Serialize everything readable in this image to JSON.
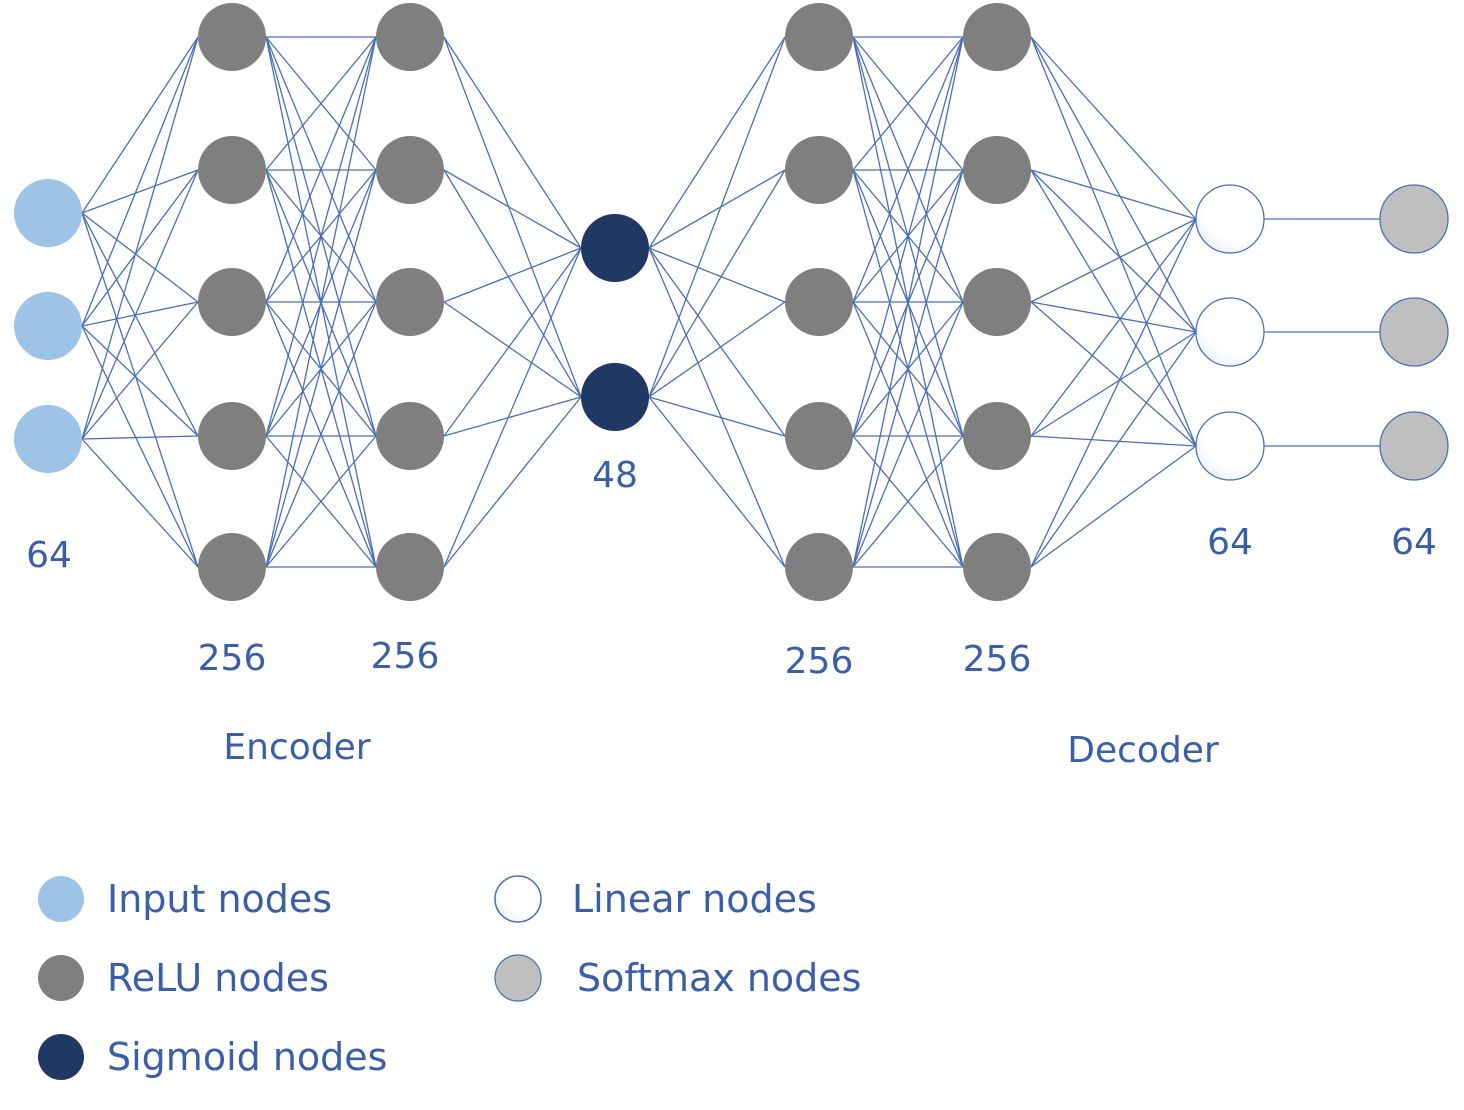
{
  "colors": {
    "edge": "#4a6fb5",
    "input": "#9dc3e6",
    "relu": "#7f7f7f",
    "sigmoid": "#203864",
    "linear_fill": "#ffffff",
    "linear_stroke": "#4a6fb5",
    "softmax": "#bfbfbf",
    "text": "#3a5fa8"
  },
  "layers": [
    {
      "id": "input",
      "kind": "input",
      "size_label": "64",
      "nodes": 3
    },
    {
      "id": "enc1",
      "kind": "relu",
      "size_label": "256",
      "nodes": 5
    },
    {
      "id": "enc2",
      "kind": "relu",
      "size_label": "256",
      "nodes": 5
    },
    {
      "id": "bottleneck",
      "kind": "sigmoid",
      "size_label": "48",
      "nodes": 2
    },
    {
      "id": "dec1",
      "kind": "relu",
      "size_label": "256",
      "nodes": 5
    },
    {
      "id": "dec2",
      "kind": "relu",
      "size_label": "256",
      "nodes": 5
    },
    {
      "id": "linear",
      "kind": "linear",
      "size_label": "64",
      "nodes": 3
    },
    {
      "id": "softmax",
      "kind": "softmax",
      "size_label": "64",
      "nodes": 3
    }
  ],
  "groups": {
    "encoder": "Encoder",
    "decoder": "Decoder"
  },
  "legend": [
    {
      "kind": "input",
      "label": "Input nodes"
    },
    {
      "kind": "relu",
      "label": "ReLU nodes"
    },
    {
      "kind": "sigmoid",
      "label": "Sigmoid nodes"
    },
    {
      "kind": "linear",
      "label": "Linear nodes"
    },
    {
      "kind": "softmax",
      "label": "Softmax nodes"
    }
  ]
}
